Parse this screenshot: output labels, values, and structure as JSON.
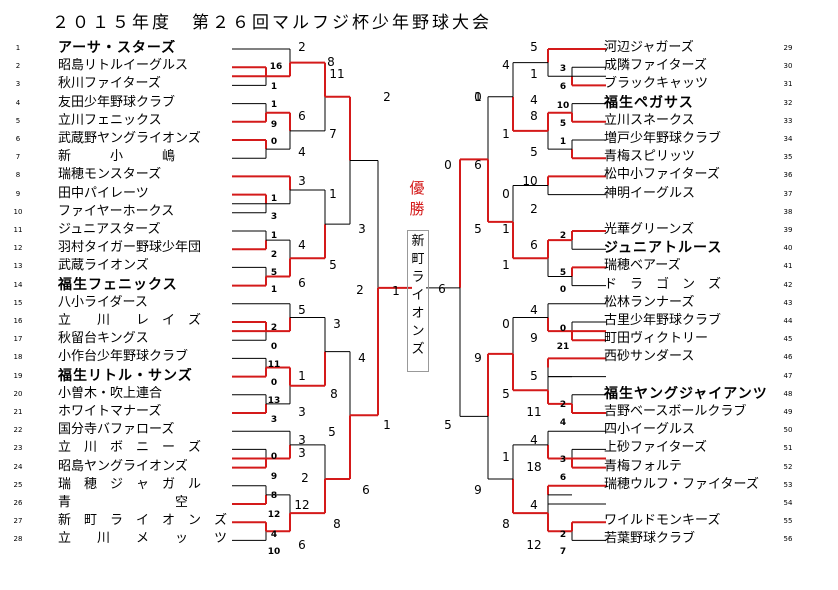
{
  "title": "２０１５年度　第２６回マルフジ杯少年野球大会",
  "champion_label": "優勝",
  "champion_team": "新町ライオンズ",
  "colors": {
    "winner_line": "#d41a1a",
    "line": "#000000"
  },
  "left_teams": [
    {
      "no": "1",
      "name": "アーサ・スターズ",
      "bold": true
    },
    {
      "no": "2",
      "name": "昭島リトルイーグルス",
      "bold": false
    },
    {
      "no": "3",
      "name": "秋川ファイターズ",
      "bold": false
    },
    {
      "no": "4",
      "name": "友田少年野球クラブ",
      "bold": false
    },
    {
      "no": "5",
      "name": "立川フェニックス",
      "bold": false
    },
    {
      "no": "6",
      "name": "武蔵野ヤングライオンズ",
      "bold": false
    },
    {
      "no": "7",
      "name": "新　　　小　　　嶋",
      "bold": false
    },
    {
      "no": "8",
      "name": "瑞穂モンスターズ",
      "bold": false
    },
    {
      "no": "9",
      "name": "田中パイレーツ",
      "bold": false
    },
    {
      "no": "10",
      "name": "ファイヤーホークス",
      "bold": false
    },
    {
      "no": "11",
      "name": "ジュニアスターズ",
      "bold": false
    },
    {
      "no": "12",
      "name": "羽村タイガー野球少年団",
      "bold": false
    },
    {
      "no": "13",
      "name": "武蔵ライオンズ",
      "bold": false
    },
    {
      "no": "14",
      "name": "福生フェニックス",
      "bold": true
    },
    {
      "no": "15",
      "name": "八小ライダース",
      "bold": false
    },
    {
      "no": "16",
      "name": "立　　川　　レ　イ　ズ",
      "bold": false
    },
    {
      "no": "17",
      "name": "秋留台キングス",
      "bold": false
    },
    {
      "no": "18",
      "name": "小作台少年野球クラブ",
      "bold": false
    },
    {
      "no": "19",
      "name": "福生リトル・サンズ",
      "bold": true
    },
    {
      "no": "20",
      "name": "小曽木・吹上連合",
      "bold": false
    },
    {
      "no": "21",
      "name": "ホワイトマナーズ",
      "bold": false
    },
    {
      "no": "22",
      "name": "国分寺バファローズ",
      "bold": false
    },
    {
      "no": "23",
      "name": "立　川　ボ　ニ　ー　ズ",
      "bold": false
    },
    {
      "no": "24",
      "name": "昭島ヤングライオンズ",
      "bold": false
    },
    {
      "no": "25",
      "name": "瑞　穂　ジ　ャ　ガ　ル",
      "bold": false
    },
    {
      "no": "26",
      "name": "青　　　　　　　　空",
      "bold": false
    },
    {
      "no": "27",
      "name": "新　町　ラ　イ　オ　ン　ズ",
      "bold": false
    },
    {
      "no": "28",
      "name": "立　　川　　メ　　ッ　　ツ",
      "bold": false
    }
  ],
  "right_teams": [
    {
      "no": "29",
      "name": "河辺ジャガーズ",
      "bold": false
    },
    {
      "no": "30",
      "name": "成隣ファイターズ",
      "bold": false
    },
    {
      "no": "31",
      "name": "ブラックキャッツ",
      "bold": false
    },
    {
      "no": "32",
      "name": "福生ペガサス",
      "bold": true
    },
    {
      "no": "33",
      "name": "立川スネークス",
      "bold": false
    },
    {
      "no": "34",
      "name": "増戸少年野球クラブ",
      "bold": false
    },
    {
      "no": "35",
      "name": "青梅スピリッツ",
      "bold": false
    },
    {
      "no": "36",
      "name": "松中小ファイターズ",
      "bold": false
    },
    {
      "no": "37",
      "name": "神明イーグルス",
      "bold": false
    },
    {
      "no": "38",
      "name": "",
      "bold": false
    },
    {
      "no": "39",
      "name": "光華グリーンズ",
      "bold": false
    },
    {
      "no": "40",
      "name": "ジュニアトルース",
      "bold": true
    },
    {
      "no": "41",
      "name": "瑞穂ベアーズ",
      "bold": false
    },
    {
      "no": "42",
      "name": "ド　ラ　ゴ　ン　ズ",
      "bold": false
    },
    {
      "no": "43",
      "name": "松林ランナーズ",
      "bold": false
    },
    {
      "no": "44",
      "name": "古里少年野球クラブ",
      "bold": false
    },
    {
      "no": "45",
      "name": "町田ヴィクトリー",
      "bold": false
    },
    {
      "no": "46",
      "name": "西砂サンダース",
      "bold": false
    },
    {
      "no": "47",
      "name": "",
      "bold": false
    },
    {
      "no": "48",
      "name": "福生ヤングジャイアンツ",
      "bold": true
    },
    {
      "no": "49",
      "name": "吉野ベースボールクラブ",
      "bold": false
    },
    {
      "no": "50",
      "name": "四小イーグルス",
      "bold": false
    },
    {
      "no": "51",
      "name": "上砂ファイターズ",
      "bold": false
    },
    {
      "no": "52",
      "name": "青梅フォルテ",
      "bold": false
    },
    {
      "no": "53",
      "name": "瑞穂ウルフ・ファイターズ",
      "bold": false
    },
    {
      "no": "54",
      "name": "",
      "bold": false
    },
    {
      "no": "55",
      "name": "ワイルドモンキーズ",
      "bold": false
    },
    {
      "no": "56",
      "name": "若葉野球クラブ",
      "bold": false
    }
  ],
  "left_scores": [
    "2",
    "16",
    "1",
    "11",
    "1",
    "9",
    "6",
    "7",
    "8",
    "0",
    "4",
    "2",
    "3",
    "1",
    "3",
    "1",
    "1",
    "2",
    "4",
    "5",
    "1",
    "5",
    "6",
    "3",
    "5",
    "2",
    "0",
    "3",
    "11",
    "0",
    "1",
    "13",
    "3",
    "3",
    "8",
    "3",
    "0",
    "9",
    "3",
    "8",
    "12",
    "12",
    "4",
    "10",
    "6",
    "8",
    "6",
    "1",
    "4",
    "5",
    "2",
    "1",
    "2"
  ],
  "right_scores": [
    "5",
    "3",
    "6",
    "4",
    "1",
    "4",
    "10",
    "8",
    "5",
    "1",
    "5",
    "1",
    "10",
    "2",
    "0",
    "0",
    "6",
    "2",
    "1",
    "6",
    "5",
    "0",
    "1",
    "5",
    "4",
    "0",
    "21",
    "9",
    "0",
    "5",
    "2",
    "4",
    "11",
    "5",
    "9",
    "4",
    "3",
    "6",
    "18",
    "1",
    "4",
    "2",
    "7",
    "12",
    "8",
    "9",
    "5",
    "6",
    "0",
    "1"
  ]
}
